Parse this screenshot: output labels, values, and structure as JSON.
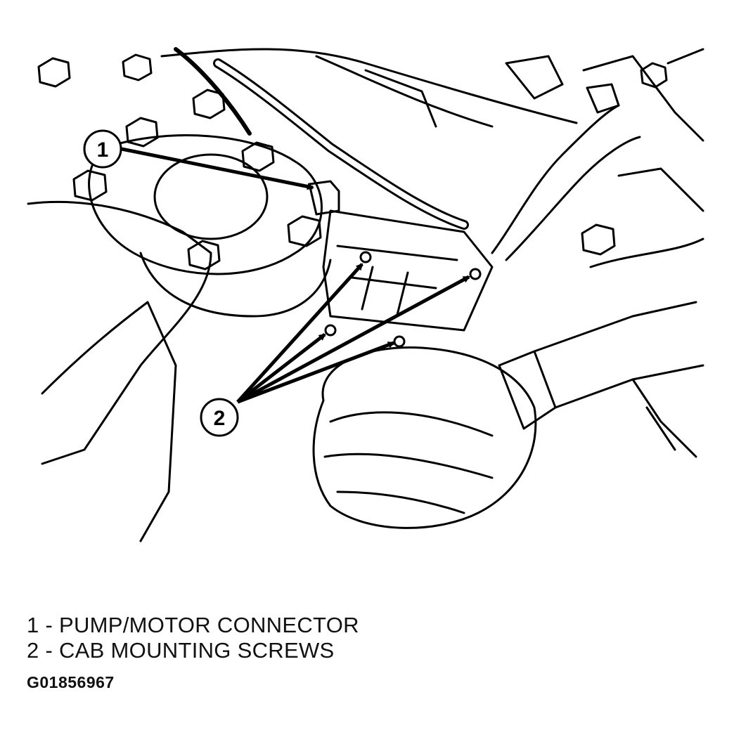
{
  "callouts": [
    {
      "number": "1"
    },
    {
      "number": "2"
    }
  ],
  "legend": [
    {
      "text": "1 - PUMP/MOTOR CONNECTOR"
    },
    {
      "text": "2 - CAB MOUNTING SCREWS"
    }
  ],
  "figure_id": "G01856967"
}
